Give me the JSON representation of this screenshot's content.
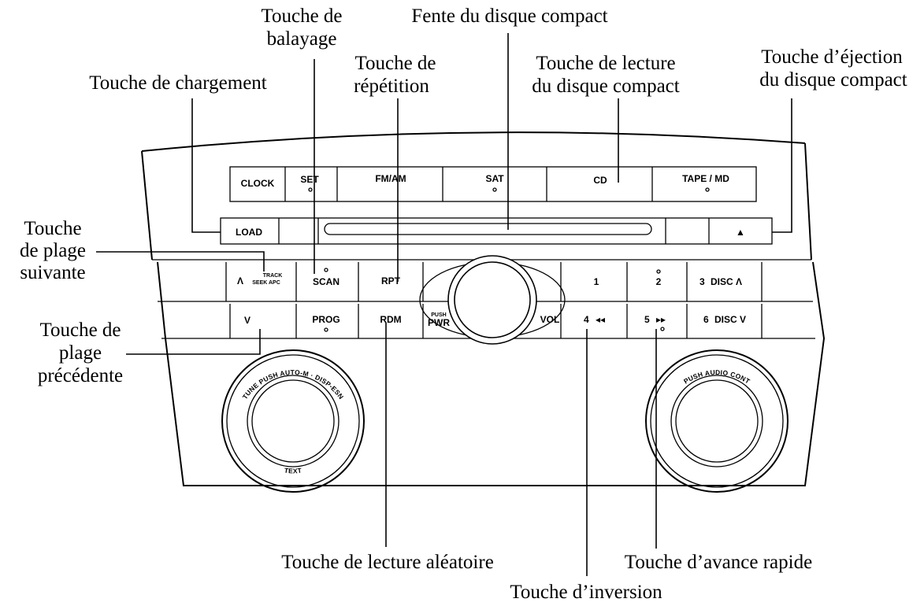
{
  "callouts": {
    "scan_line1": "Touche de",
    "scan_line2": "balayage",
    "slot": "Fente du disque compact",
    "load": "Touche de chargement",
    "repeat_line1": "Touche de",
    "repeat_line2": "répétition",
    "cd_play_line1": "Touche de lecture",
    "cd_play_line2": "du disque compact",
    "eject_line1": "Touche d’éjection",
    "eject_line2": "du disque compact",
    "next_line1": "Touche",
    "next_line2": "de plage",
    "next_line3": "suivante",
    "prev_line1": "Touche de",
    "prev_line2": "plage",
    "prev_line3": "précédente",
    "random": "Touche de lecture aléatoire",
    "fast_forward": "Touche d’avance rapide",
    "reverse": "Touche d’inversion"
  },
  "buttons": {
    "clock": "CLOCK",
    "set": "SET",
    "fmam": "FM/AM",
    "sat": "SAT",
    "cd": "CD",
    "tape_md": "TAPE / MD",
    "load": "LOAD",
    "eject": "▲",
    "track_up_arrow": "Λ",
    "track_label": "TRACK",
    "seek_apc_label": "SEEK APC",
    "scan": "SCAN",
    "rpt": "RPT",
    "preset1": "1",
    "preset2": "2",
    "preset3": "3",
    "disc_up": "DISC Λ",
    "track_down_arrow": "V",
    "prog": "PROG",
    "rdm": "RDM",
    "push_label": "PUSH",
    "pwr_label": "PWR",
    "vol": "VOL",
    "preset4": "4",
    "rew_symbol": "◂◂",
    "preset5": "5",
    "ff_symbol": "▸▸",
    "preset6": "6",
    "disc_down": "DISC V"
  },
  "knobs": {
    "left_ring_top": "TUNE PUSH AUTO-M · DISP-ESN",
    "left_ring_bottom": "TEXT",
    "right_ring_top": "PUSH AUDIO CONT"
  }
}
